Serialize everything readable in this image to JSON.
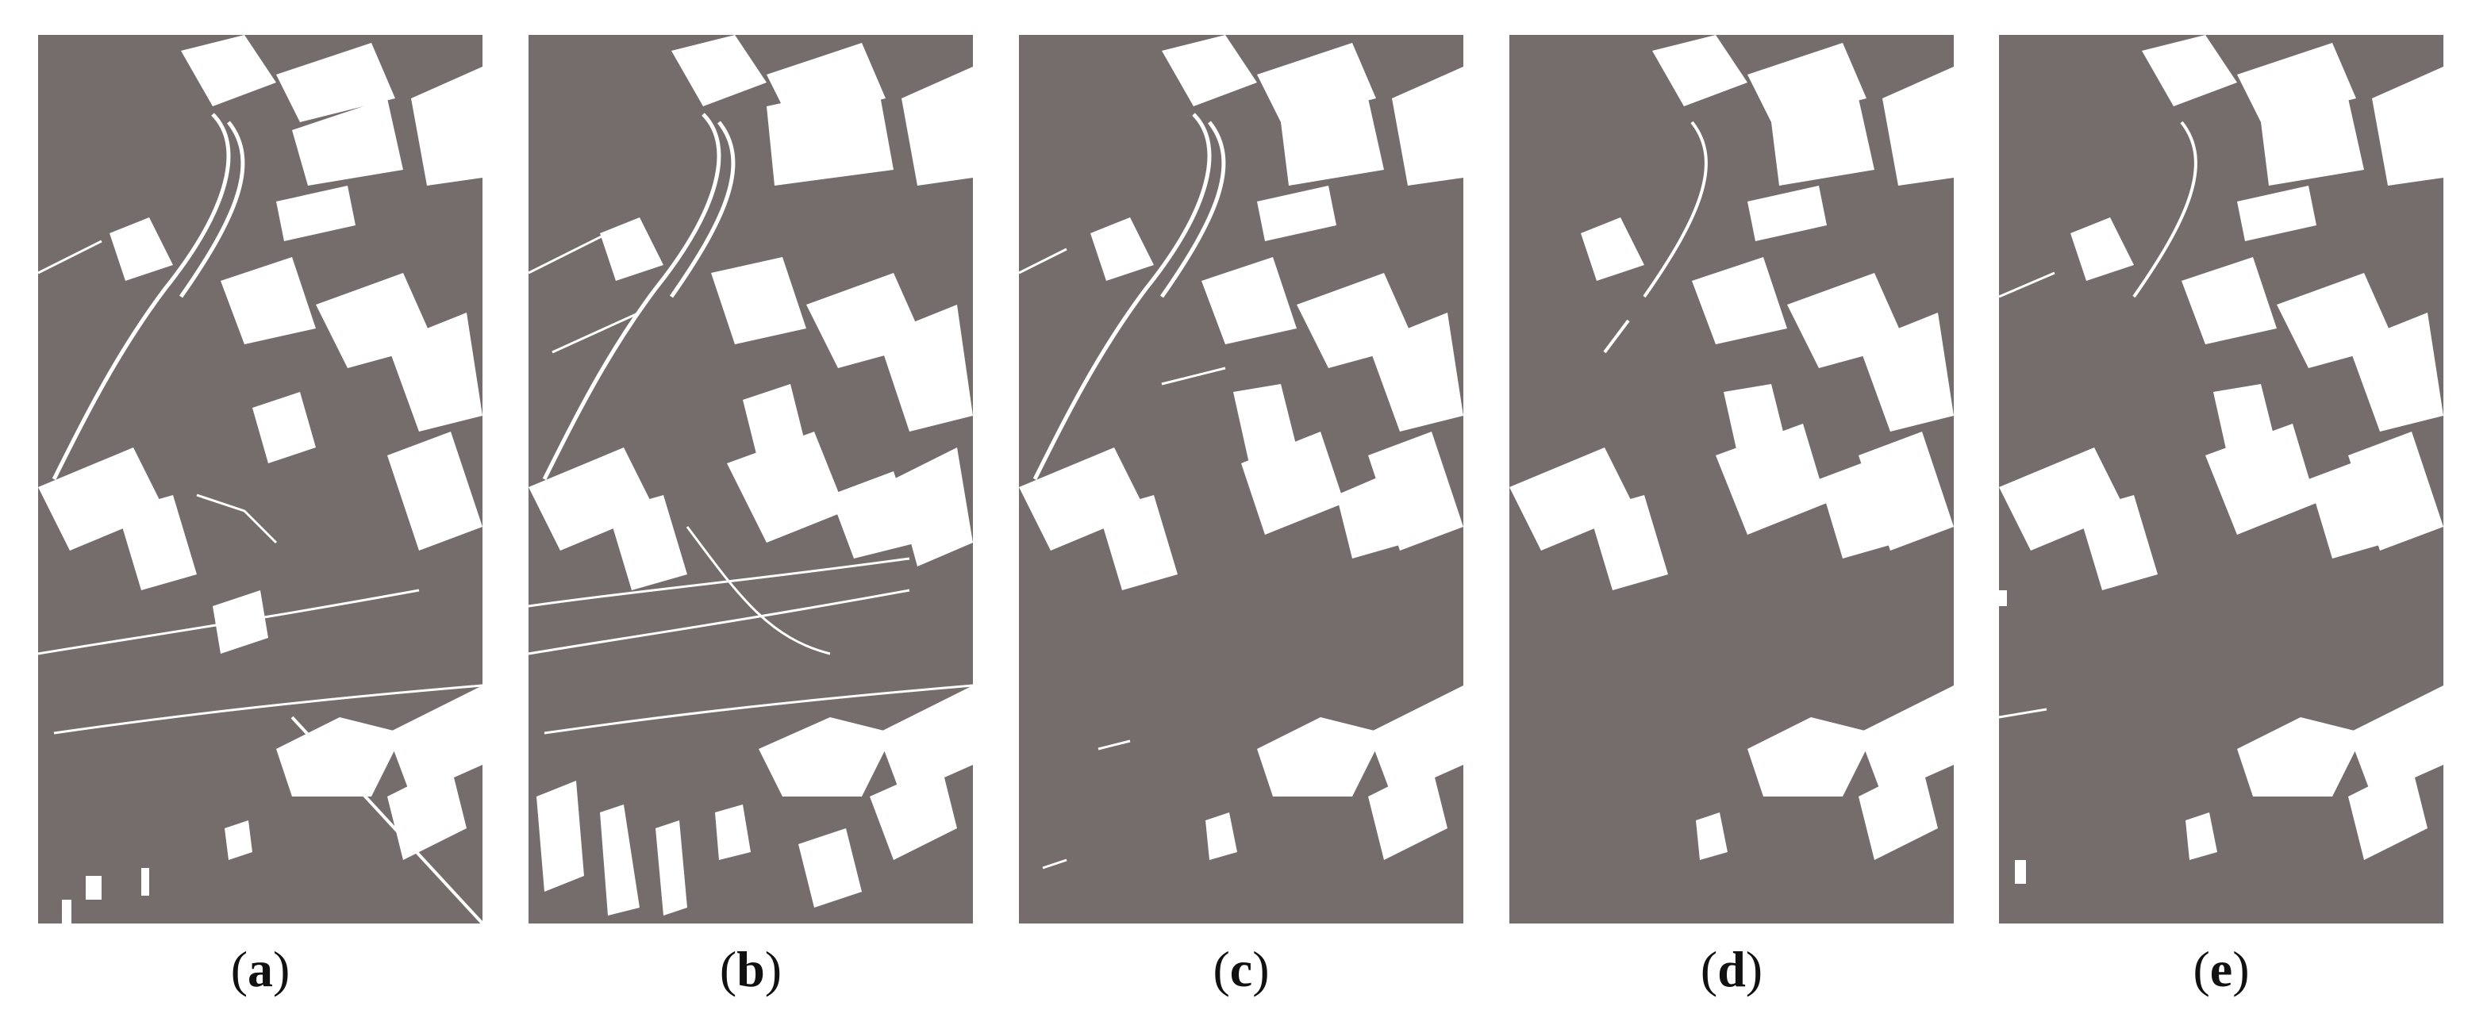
{
  "figure": {
    "background": "#ffffff",
    "map_background_color": "#756d6b",
    "map_foreground_color": "#ffffff",
    "panels": [
      {
        "id": "a",
        "caption_open": "(",
        "caption_letter": "a",
        "caption_close": ")"
      },
      {
        "id": "b",
        "caption_open": "(",
        "caption_letter": "b",
        "caption_close": ")"
      },
      {
        "id": "c",
        "caption_open": "(",
        "caption_letter": "c",
        "caption_close": ")"
      },
      {
        "id": "d",
        "caption_open": "(",
        "caption_letter": "d",
        "caption_close": ")"
      },
      {
        "id": "e",
        "caption_open": "(",
        "caption_letter": "e",
        "caption_close": ")"
      }
    ]
  }
}
